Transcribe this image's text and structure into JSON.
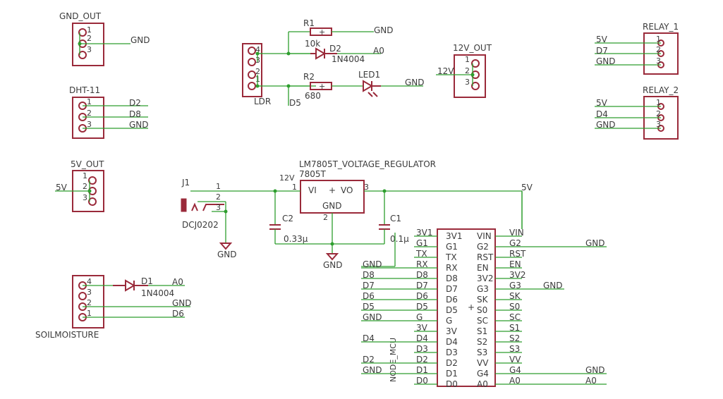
{
  "gnd_out": {
    "title": "GND_OUT",
    "pins": [
      "1",
      "2",
      "3"
    ],
    "net": "GND"
  },
  "dht11": {
    "title": "DHT-11",
    "pins": [
      "1",
      "2",
      "3"
    ],
    "nets": [
      "D2",
      "D8",
      "GND"
    ]
  },
  "v5_out": {
    "title": "5V_OUT",
    "pins": [
      "1",
      "2",
      "3"
    ],
    "net": "5V"
  },
  "soil": {
    "title": "SOILMOISTURE",
    "pins": [
      "4",
      "3",
      "2",
      "1"
    ],
    "nets": [
      "A0",
      "GND",
      "D6"
    ],
    "diode": "D1",
    "diode_part": "1N4004"
  },
  "ldr": {
    "title": "LDR",
    "pins": [
      "4",
      "3",
      "2",
      "1"
    ],
    "net": "D5"
  },
  "r1": {
    "name": "R1",
    "net": "GND"
  },
  "d2": {
    "name": "D2",
    "value": "10k",
    "part": "1N4004",
    "net": "A0"
  },
  "r2": {
    "name": "R2",
    "value": "680"
  },
  "led1": {
    "name": "LED1",
    "net": "GND"
  },
  "v12_out": {
    "title": "12V_OUT",
    "pins": [
      "1",
      "2",
      "3"
    ],
    "net": "12V"
  },
  "relay1": {
    "title": "RELAY_1",
    "pins": [
      "1",
      "2",
      "3"
    ],
    "nets": [
      "5V",
      "D7",
      "GND"
    ]
  },
  "relay2": {
    "title": "RELAY_2",
    "pins": [
      "1",
      "2",
      "3"
    ],
    "nets": [
      "5V",
      "D4",
      "GND"
    ]
  },
  "regulator": {
    "title": "LM7805T_VOLTAGE_REGULATOR",
    "part": "7805T",
    "vi": "VI",
    "vo": "VO",
    "gnd": "GND",
    "pin1": "1",
    "pin2": "2",
    "pin3": "3",
    "in_net": "12V",
    "out_net": "5V"
  },
  "j1": {
    "name": "J1",
    "part": "DCJ0202",
    "pins": [
      "1",
      "2",
      "3"
    ]
  },
  "c2": {
    "name": "C2",
    "value": "0.33µ"
  },
  "c1": {
    "name": "C1",
    "value": "0.1µ"
  },
  "gnd_symbols": [
    "GND",
    "GND"
  ],
  "nodemcu": {
    "label": "NODE_MCU",
    "left_inner": [
      "3V1",
      "G1",
      "TX",
      "RX",
      "D8",
      "D7",
      "D6",
      "D5",
      "G",
      "3V",
      "D4",
      "D3",
      "D2",
      "D1",
      "D0"
    ],
    "left_outer": [
      "3V1",
      "G1",
      "TX",
      "RX",
      "D8",
      "D7",
      "D6",
      "D5",
      "G",
      "3V",
      "D4",
      "D3",
      "D2",
      "D1",
      "D0"
    ],
    "left_nets": [
      "",
      "",
      "",
      "GND",
      "D8",
      "D7",
      "D6",
      "D5",
      "GND",
      "",
      "D4",
      "",
      "D2",
      "GND",
      ""
    ],
    "right_inner": [
      "VIN",
      "G2",
      "RST",
      "EN",
      "3V2",
      "G3",
      "SK",
      "S0",
      "SC",
      "S1",
      "S2",
      "S3",
      "VV",
      "G4",
      "A0"
    ],
    "right_outer": [
      "VIN",
      "G2",
      "RST",
      "EN",
      "3V2",
      "G3",
      "SK",
      "S0",
      "SC",
      "S1",
      "S2",
      "S3",
      "VV",
      "G4",
      "A0"
    ],
    "right_nets": [
      "",
      "GND",
      "",
      "",
      "",
      "GND",
      "",
      "",
      "",
      "",
      "",
      "",
      "",
      "GND",
      "A0"
    ]
  }
}
